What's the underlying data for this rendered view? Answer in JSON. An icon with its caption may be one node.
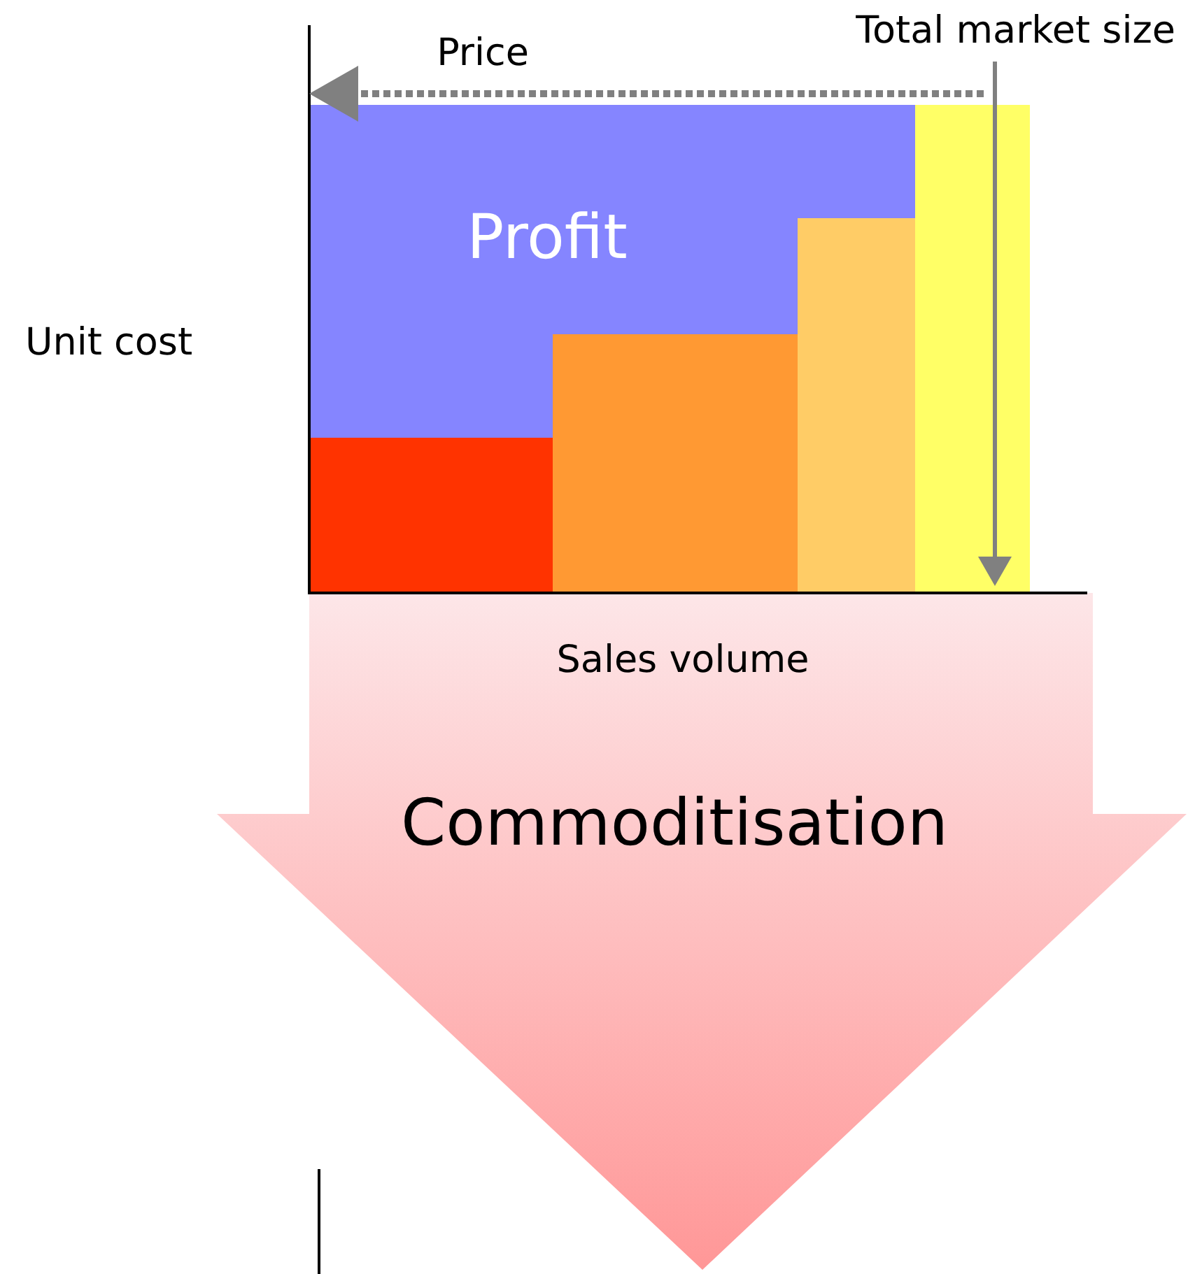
{
  "diagram": {
    "nodes": [
      {
        "text": [
          "Profit"
        ]
      },
      {
        "text": [],
        "shape": "bar"
      },
      {
        "text": [],
        "shape": "bar"
      },
      {
        "text": [],
        "shape": "bar"
      },
      {
        "text": [],
        "shape": "bar"
      },
      {
        "text": [
          "Commoditisation"
        ]
      }
    ],
    "labels": [
      "Price",
      "Total market size",
      "Unit cost",
      "Sales volume"
    ]
  }
}
